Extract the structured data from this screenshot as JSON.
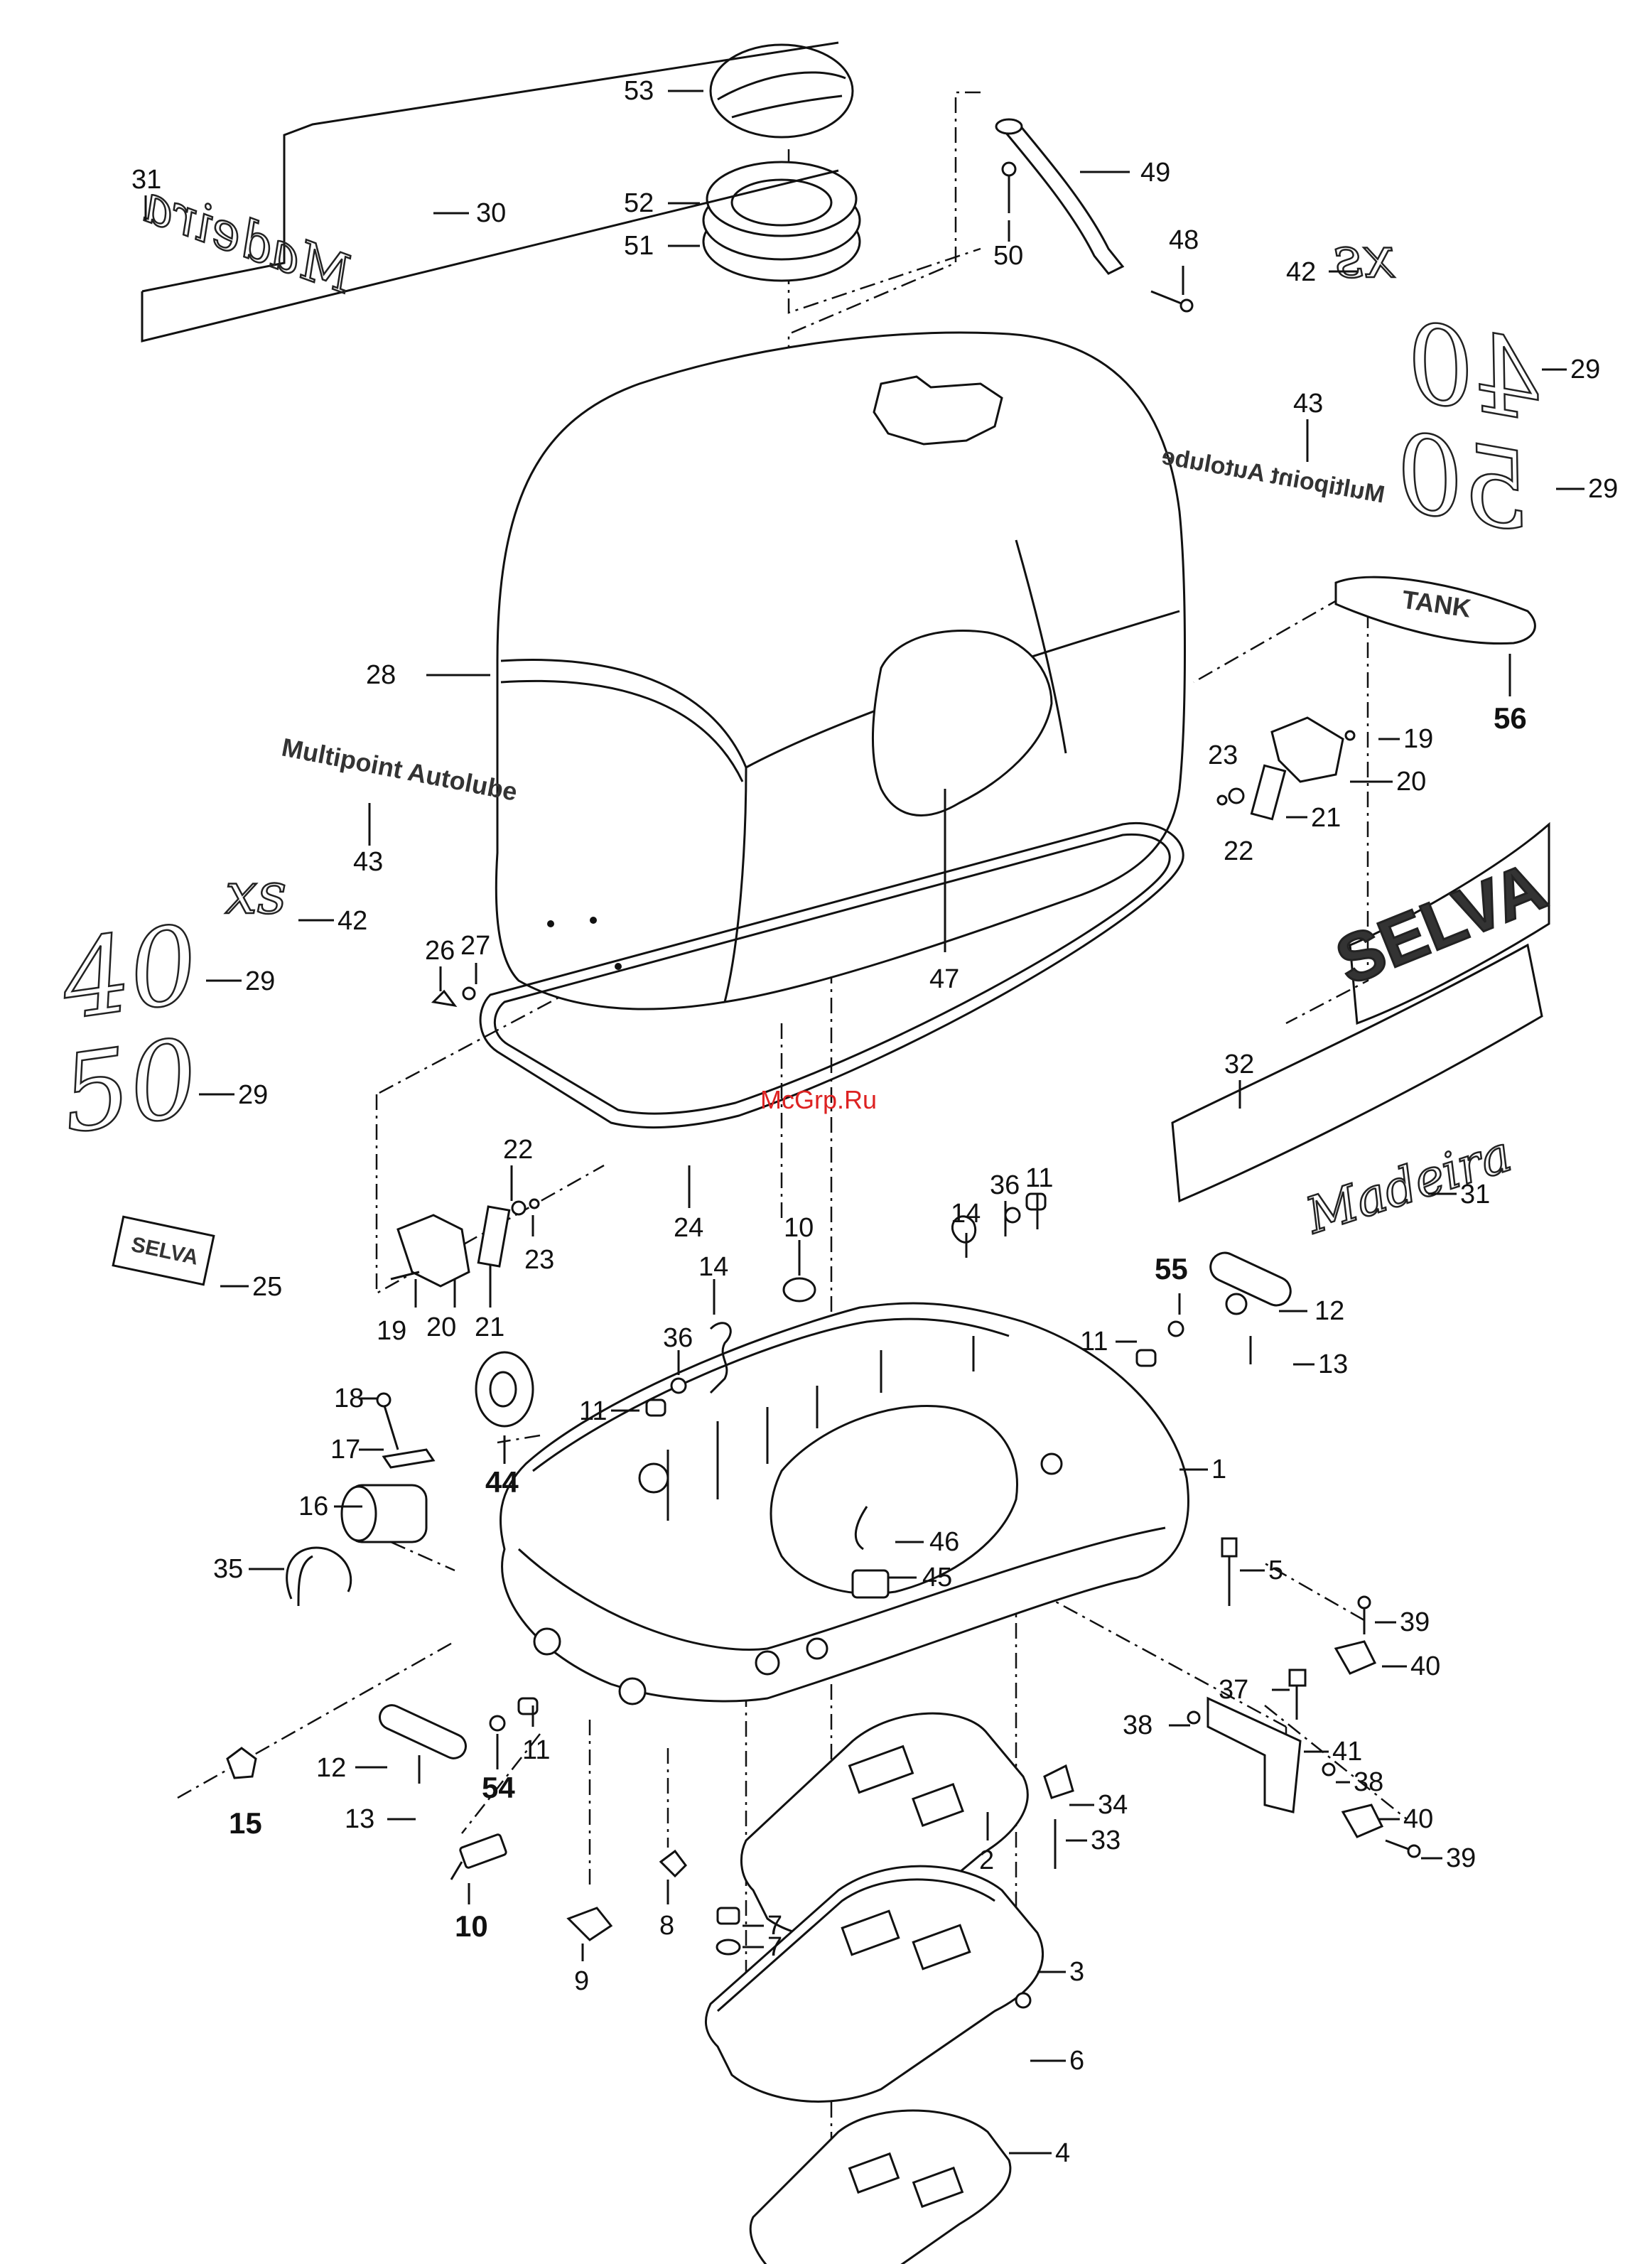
{
  "watermark": "McGrp.Ru",
  "decals": {
    "madeira": "Madeira",
    "multipoint_autolube": "Multipoint Autolube",
    "xs": "xs",
    "forty": "40",
    "fifty": "50",
    "selva": "SELVA",
    "selva_small": "SELVA",
    "tank": "TANK"
  },
  "callouts": {
    "c1": "1",
    "c2": "2",
    "c3": "3",
    "c4": "4",
    "c5": "5",
    "c6": "6",
    "c7a": "7",
    "c7b": "7",
    "c8": "8",
    "c9": "9",
    "c10a": "10",
    "c10b": "10",
    "c11a": "11",
    "c11b": "11",
    "c11c": "11",
    "c11d": "11",
    "c12a": "12",
    "c12b": "12",
    "c13a": "13",
    "c13b": "13",
    "c14a": "14",
    "c14b": "14",
    "c15": "15",
    "c16": "16",
    "c17": "17",
    "c18": "18",
    "c19a": "19",
    "c19b": "19",
    "c20a": "20",
    "c20b": "20",
    "c21a": "21",
    "c21b": "21",
    "c22a": "22",
    "c22b": "22",
    "c23a": "23",
    "c23b": "23",
    "c24": "24",
    "c25": "25",
    "c26": "26",
    "c27": "27",
    "c28": "28",
    "c29a": "29",
    "c29b": "29",
    "c29c": "29",
    "c29d": "29",
    "c30": "30",
    "c31a": "31",
    "c31b": "31",
    "c32": "32",
    "c33": "33",
    "c34": "34",
    "c35": "35",
    "c36a": "36",
    "c36b": "36",
    "c37": "37",
    "c38a": "38",
    "c38b": "38",
    "c39a": "39",
    "c39b": "39",
    "c40a": "40",
    "c40b": "40",
    "c41": "41",
    "c42a": "42",
    "c42b": "42",
    "c43a": "43",
    "c43b": "43",
    "c44": "44",
    "c45": "45",
    "c46": "46",
    "c47": "47",
    "c48": "48",
    "c49": "49",
    "c50": "50",
    "c51": "51",
    "c52": "52",
    "c53": "53",
    "c54": "54",
    "c55": "55",
    "c56": "56"
  }
}
